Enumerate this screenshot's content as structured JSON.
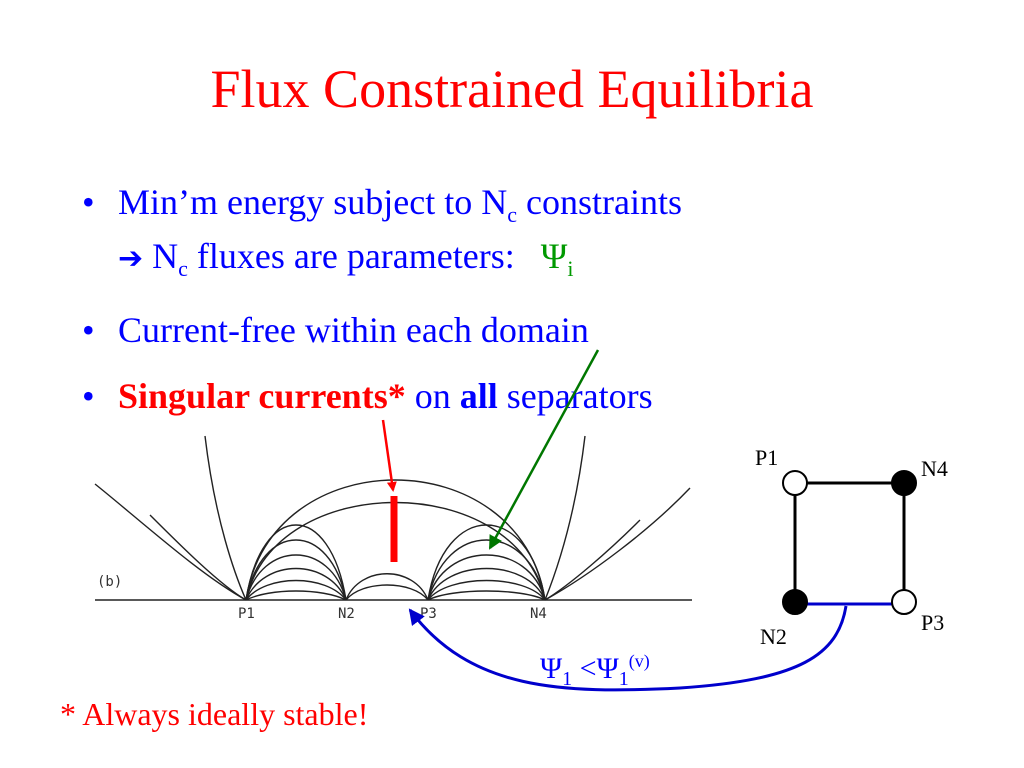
{
  "slide": {
    "title": "Flux Constrained Equilibria",
    "bullets": {
      "b1_text": "Min’m energy subject to N",
      "b1_sub": "c",
      "b1_tail": " constraints",
      "arrow_glyph": "➔",
      "sub_text": " N",
      "sub_sub": "c",
      "sub_tail": " fluxes are parameters:",
      "psi_symbol": "Ψ",
      "psi_sub": "i",
      "b2_text": "Current-free within each domain",
      "b3_red": "Singular currents*",
      "b3_on": " on ",
      "b3_all": "all",
      "b3_tail": " separators"
    },
    "footnote": "* Always ideally stable!"
  },
  "field_plot": {
    "panel_label": "(b)",
    "points": [
      "P1",
      "N2",
      "P3",
      "N4"
    ]
  },
  "graph": {
    "nodes": {
      "p1": "P1",
      "n4": "N4",
      "n2": "N2",
      "p3": "P3"
    }
  },
  "equation": {
    "lhs": "Ψ",
    "lhs_sub": "1",
    "op": " <",
    "rhs": "Ψ",
    "rhs_sub": "1",
    "rhs_sup": "(v)"
  },
  "colors": {
    "title": "#ff0000",
    "text": "#0000ff",
    "psi": "#009900",
    "current_marker": "#ff0000",
    "green_arrow": "#007700",
    "blue_arrow": "#0000cc"
  }
}
